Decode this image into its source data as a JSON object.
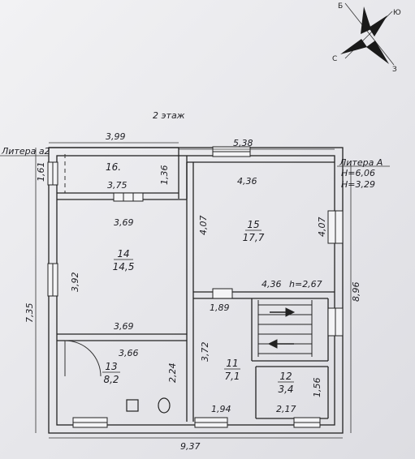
{
  "floor_label": "2 этаж",
  "compass": {
    "n": "Б",
    "e": "Ю",
    "w": "С",
    "s": "З"
  },
  "litera_a2": "Литера а2",
  "litera_a": {
    "name": "Литера А",
    "h1": "Н=6,06",
    "h2": "Н=3,29"
  },
  "rooms": [
    {
      "id": "r16",
      "num": "16.",
      "area": ""
    },
    {
      "id": "r15",
      "num": "15",
      "area": "17,7"
    },
    {
      "id": "r14",
      "num": "14",
      "area": "14,5"
    },
    {
      "id": "r13",
      "num": "13",
      "area": "8,2"
    },
    {
      "id": "r11",
      "num": "11",
      "area": "7,1"
    },
    {
      "id": "r12",
      "num": "12",
      "area": "3,4"
    }
  ],
  "dimensions": {
    "top_left": "3,99",
    "top_right": "5,38",
    "left_a2": "1,61",
    "r16_inner": "3,75",
    "r16_right": "1,36",
    "r15_top": "4,36",
    "r15_left": "4,07",
    "r15_right": "4,07",
    "r15_bottom": "4,36",
    "ceiling_h": "h=2,67",
    "r14_top": "3,69",
    "r14_left": "3,92",
    "r14_bottom": "3,69",
    "r13_top": "3,66",
    "r13_right": "2,24",
    "r11_top": "1,89",
    "r11_left": "3,72",
    "r11_bottom": "1,94",
    "r12_right": "1,56",
    "r12_bottom": "2,17",
    "left_total": "7,35",
    "right_total": "8,96",
    "bottom_total": "9,37"
  }
}
